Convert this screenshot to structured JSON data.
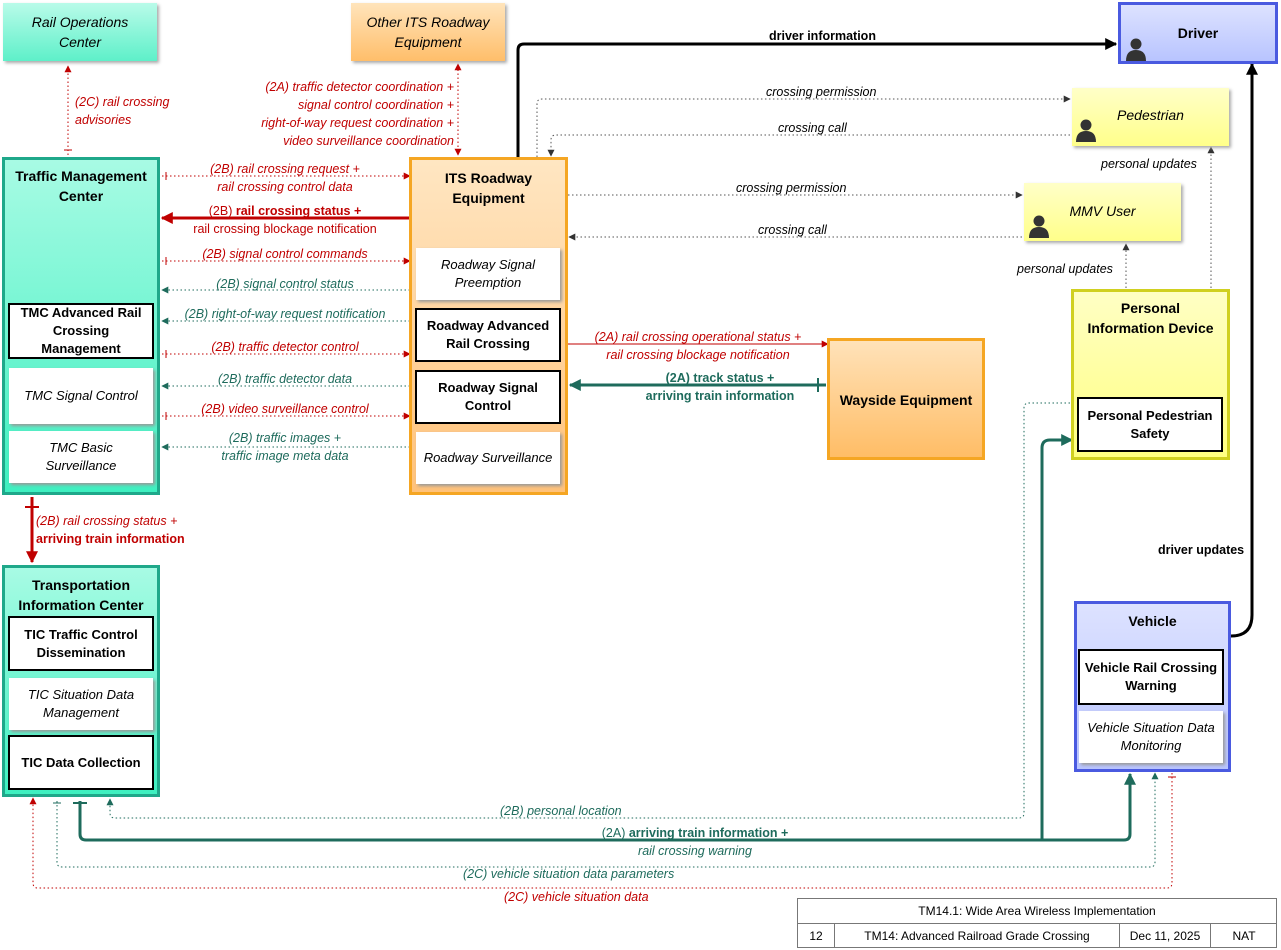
{
  "colors": {
    "teal_box": "#8ff5dc",
    "teal_border": "#1fa88a",
    "orange_box": "#ffcc88",
    "orange_border": "#f5a623",
    "yellow_box": "#ffff99",
    "yellow_border": "#d0d020",
    "blue_box": "#c0ccff",
    "blue_border": "#4a5ae0",
    "red_flow": "#c00000",
    "green_flow": "#1e6b5c",
    "black_flow": "#000000"
  },
  "elements": {
    "rail_ops": "Rail Operations\nCenter",
    "other_its": "Other ITS Roadway\nEquipment",
    "driver": "Driver",
    "pedestrian": "Pedestrian",
    "mmv_user": "MMV User",
    "tmc": {
      "title": "Traffic Management\nCenter",
      "advanced_rail": "TMC Advanced Rail\nCrossing\nManagement",
      "signal_control": "TMC Signal Control",
      "basic_surveillance": "TMC Basic\nSurveillance"
    },
    "its_roadway": {
      "title": "ITS Roadway\nEquipment",
      "signal_preemption": "Roadway Signal\nPreemption",
      "advanced_rail": "Roadway Advanced\nRail Crossing",
      "signal_control": "Roadway Signal\nControl",
      "surveillance": "Roadway Surveillance"
    },
    "wayside": "Wayside Equipment",
    "pid": {
      "title": "Personal\nInformation Device",
      "safety": "Personal Pedestrian\nSafety"
    },
    "tic": {
      "title": "Transportation\nInformation Center",
      "traffic_control": "TIC Traffic Control\nDissemination",
      "situation_data": "TIC Situation Data\nManagement",
      "data_collection": "TIC Data Collection"
    },
    "vehicle": {
      "title": "Vehicle",
      "rail_warning": "Vehicle Rail Crossing\nWarning",
      "situation_monitoring": "Vehicle Situation Data\nMonitoring"
    }
  },
  "flows": {
    "rail_advisories": "(2C) rail crossing\nadvisories",
    "other_its_coord": "(2A) traffic detector coordination +\nsignal control coordination +\nright-of-way request coordination +\nvideo surveillance coordination",
    "driver_info": "driver information",
    "ped_permission": "crossing permission",
    "ped_call": "crossing call",
    "ped_updates": "personal updates",
    "mmv_permission": "crossing permission",
    "mmv_call": "crossing call",
    "mmv_updates": "personal updates",
    "rc_request": "(2B) rail crossing request +\nrail crossing control data",
    "rc_status_prefix": "(2B) ",
    "rc_status_bold": "rail crossing status +",
    "rc_status_line2": "rail crossing blockage notification",
    "signal_commands": "(2B) signal control commands",
    "signal_status": "(2B) signal control status",
    "row_request": "(2B) right-of-way request notification",
    "detector_control": "(2B) traffic detector control",
    "detector_data": "(2B) traffic detector data",
    "video_control": "(2B) video surveillance control",
    "traffic_images": "(2B) traffic images +\ntraffic image meta data",
    "wayside_status": "(2A) rail crossing operational status +\nrail crossing blockage notification",
    "track_status": "(2A) track status +\narriving train information",
    "tmc_tic_line1": "(2B) rail crossing status +",
    "tmc_tic_line2": "arriving train information",
    "driver_updates": "driver updates",
    "personal_location": "(2B) personal location",
    "arriving_prefix": "(2A) ",
    "arriving_bold": "arriving train information +",
    "arriving_line2": "rail crossing warning",
    "veh_params": "(2C) vehicle situation data parameters",
    "veh_data": "(2C) vehicle situation data"
  },
  "footer": {
    "title": "TM14.1: Wide Area Wireless Implementation",
    "number": "12",
    "service": "TM14: Advanced Railroad Grade Crossing",
    "date": "Dec 11, 2025",
    "tag": "NAT"
  }
}
